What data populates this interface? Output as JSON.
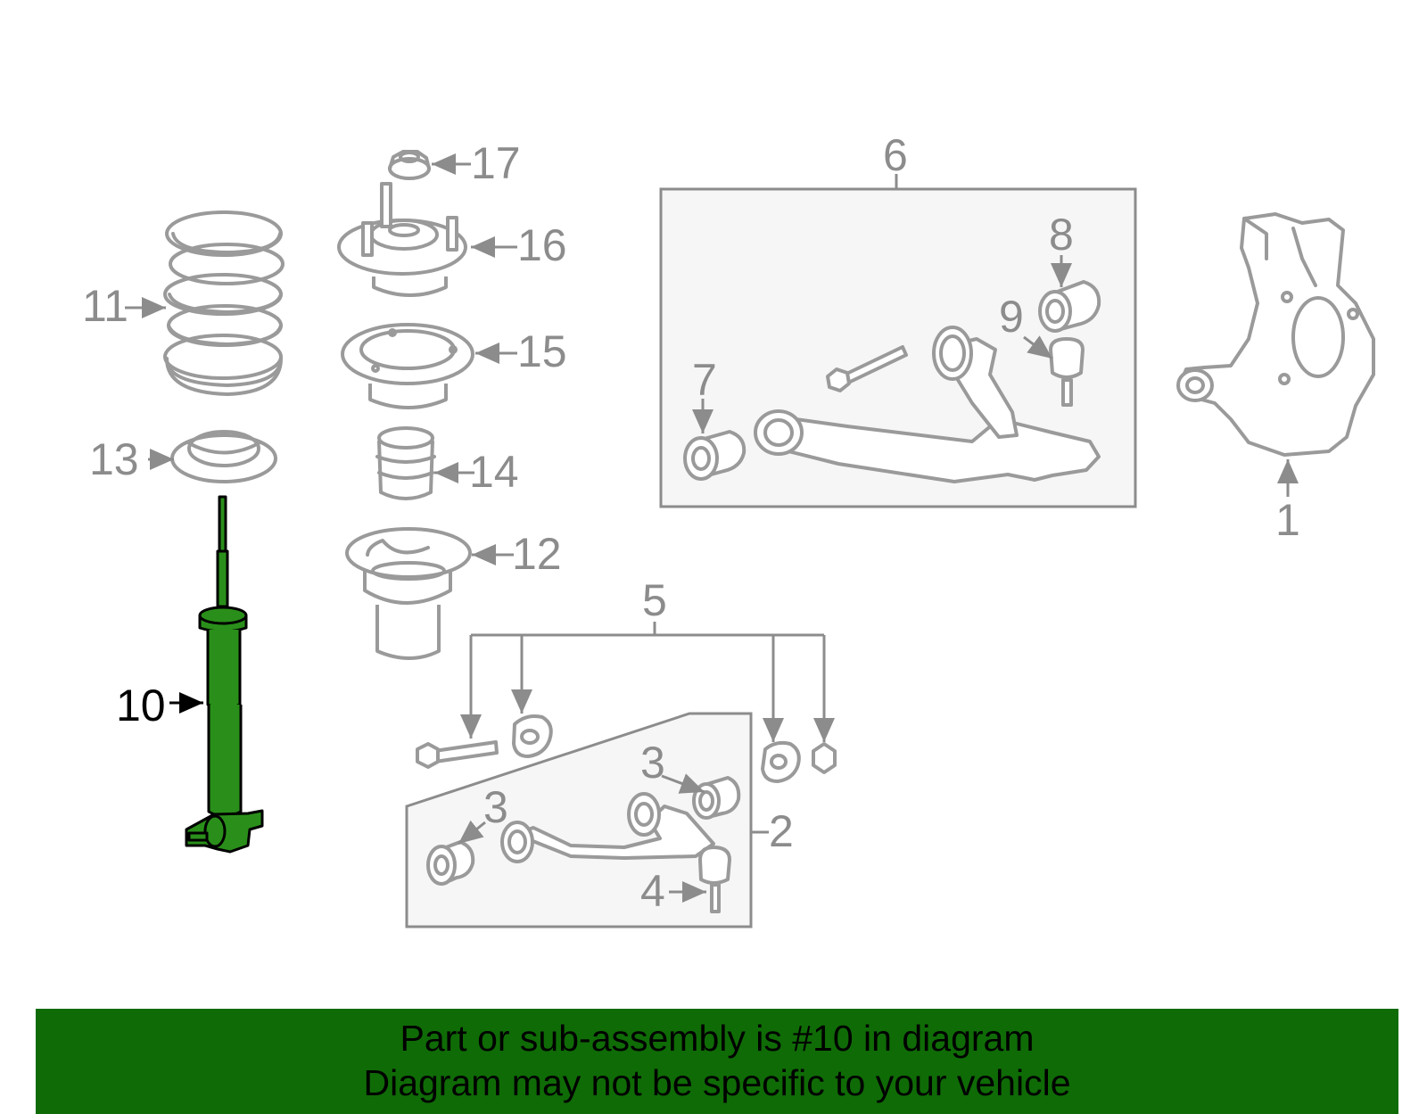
{
  "callouts": {
    "c1": "1",
    "c2": "2",
    "c3a": "3",
    "c3b": "3",
    "c4": "4",
    "c5": "5",
    "c6": "6",
    "c7": "7",
    "c8": "8",
    "c9": "9",
    "c10": "10",
    "c11": "11",
    "c12": "12",
    "c13": "13",
    "c14": "14",
    "c15": "15",
    "c16": "16",
    "c17": "17"
  },
  "highlight": {
    "part": "10",
    "color": "#2a8f1a"
  },
  "banner": {
    "line1": "Part or sub-assembly is #10 in diagram",
    "line2": "Diagram may not be specific to your vehicle",
    "color": "#0f6b06"
  }
}
